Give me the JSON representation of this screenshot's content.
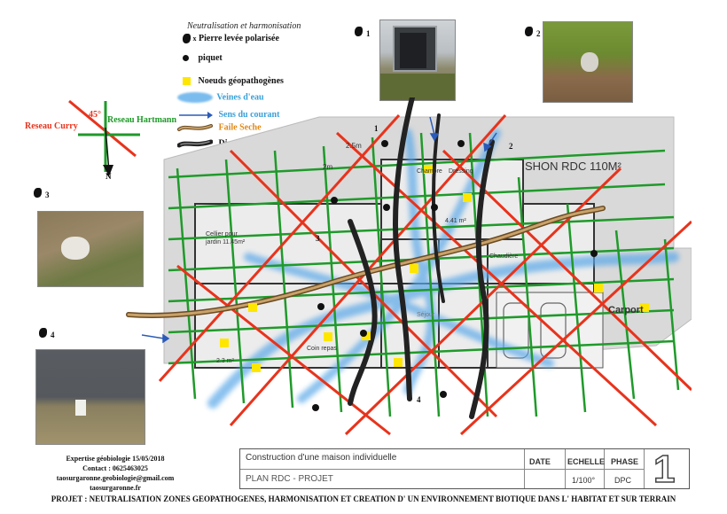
{
  "legend": {
    "title": "Neutralisation et harmonisation",
    "items": [
      {
        "label": "Pierre levée polarisée",
        "icon": "pierre-levee-icon"
      },
      {
        "label": "piquet",
        "icon": "piquet-icon"
      },
      {
        "label": "Noeuds géopathogènes",
        "icon": "noeud-icon"
      },
      {
        "label": "Veines d'eau",
        "icon": "veine-eau-icon"
      },
      {
        "label": "Sens du courant",
        "icon": "fleche-courant-icon"
      },
      {
        "label": "Faile Seche",
        "icon": "faille-seche-icon"
      },
      {
        "label": "Discontinuité H et V",
        "icon": "discontinuite-icon"
      }
    ]
  },
  "compass": {
    "curry": "Reseau Curry",
    "hartmann": "Reseau Hartmann",
    "angle": "45°",
    "north": "N"
  },
  "photos": [
    {
      "number": "1"
    },
    {
      "number": "2"
    },
    {
      "number": "3"
    },
    {
      "number": "4"
    }
  ],
  "plan": {
    "title": "SHON RDC 110M²",
    "dim_x": "2.5m",
    "dim_y": "2m",
    "rooms": [
      {
        "label": "Cellier pour jardin 11.45m²"
      },
      {
        "label": "Chaudière"
      },
      {
        "label": "Carport"
      },
      {
        "label": "Séjour"
      },
      {
        "label": "Coin repas"
      },
      {
        "label": "Chambre"
      },
      {
        "label": "Dressing"
      },
      {
        "label": "4.41 m²"
      },
      {
        "label": "2.3 m²"
      }
    ],
    "marker_labels": [
      "1",
      "2",
      "3",
      "4"
    ]
  },
  "footer": {
    "line1": "Expertise géobiologie      15/05/2018",
    "line2": "Contact : 0625463025",
    "line3": "taosurgaronne.geobiologie@gmail.com",
    "line4": "taosurgaronne.fr"
  },
  "title_block": {
    "project": "Construction d'une maison individuelle",
    "plan": "PLAN RDC - PROJET",
    "headers": [
      "DATE",
      "ECHELLE",
      "PHASE"
    ],
    "values": [
      "",
      "1/100°",
      "DPC"
    ],
    "sheet": "1"
  },
  "bottom_title": "PROJET : NEUTRALISATION ZONES GEOPATHOGENES, HARMONISATION ET CREATION D' UN ENVIRONNEMENT BIOTIQUE DANS L' HABITAT ET SUR TERRAIN",
  "colors": {
    "curry": "#e8331c",
    "hartmann": "#1f9a2a",
    "veine": "#5aa8e8",
    "noeud": "#ffe600",
    "faille": "#b8884a"
  }
}
